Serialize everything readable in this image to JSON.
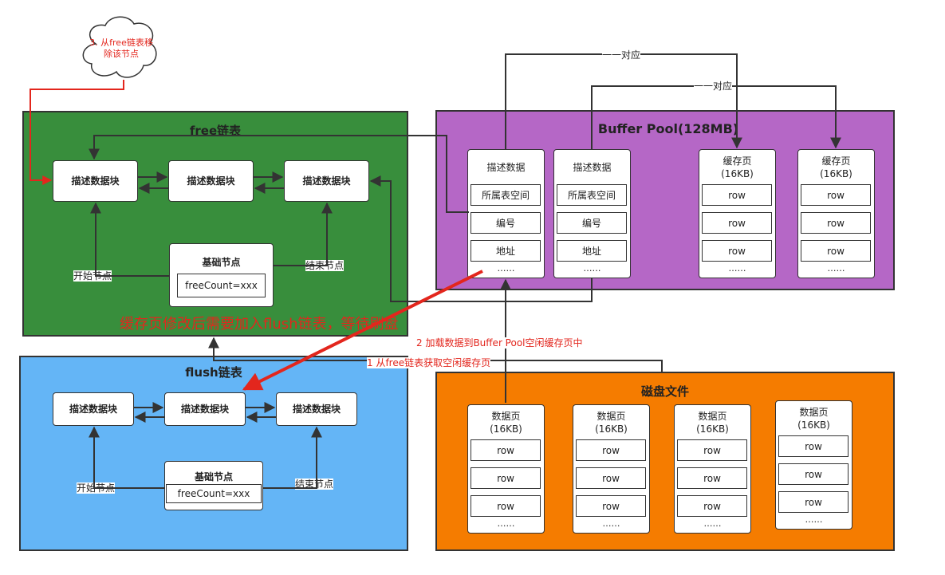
{
  "free_region": {
    "title": "free链表",
    "blocks": [
      "描述数据块",
      "描述数据块",
      "描述数据块"
    ],
    "base_node": {
      "title": "基础节点",
      "count": "freeCount=xxx"
    },
    "start_label": "开始节点",
    "end_label": "结束节点",
    "color": "#388e3c"
  },
  "flush_region": {
    "title": "flush链表",
    "blocks": [
      "描述数据块",
      "描述数据块",
      "描述数据块"
    ],
    "base_node": {
      "title": "基础节点",
      "count": "freeCount=xxx"
    },
    "start_label": "开始节点",
    "end_label": "结束节点",
    "color": "#64b5f6"
  },
  "buffer_pool": {
    "title": "Buffer Pool(128MB)",
    "color": "#b567c6",
    "descriptors": [
      {
        "title": "描述数据",
        "fields": [
          "所属表空间",
          "编号",
          "地址"
        ],
        "more": "……"
      },
      {
        "title": "描述数据",
        "fields": [
          "所属表空间",
          "编号",
          "地址"
        ],
        "more": "……"
      }
    ],
    "cache_pages": [
      {
        "title": "缓存页",
        "size": "(16KB)",
        "rows": [
          "row",
          "row",
          "row"
        ],
        "more": "……"
      },
      {
        "title": "缓存页",
        "size": "(16KB)",
        "rows": [
          "row",
          "row",
          "row"
        ],
        "more": "……"
      }
    ],
    "map_labels": [
      "一一对应",
      "一一对应"
    ]
  },
  "disk": {
    "title": "磁盘文件",
    "color": "#f57c00",
    "pages": [
      {
        "title": "数据页",
        "size": "(16KB)",
        "rows": [
          "row",
          "row",
          "row"
        ],
        "more": "……"
      },
      {
        "title": "数据页",
        "size": "(16KB)",
        "rows": [
          "row",
          "row",
          "row"
        ],
        "more": "……"
      },
      {
        "title": "数据页",
        "size": "(16KB)",
        "rows": [
          "row",
          "row",
          "row"
        ],
        "more": "……"
      },
      {
        "title": "数据页",
        "size": "(16KB)",
        "rows": [
          "row",
          "row",
          "row"
        ],
        "more": "……"
      }
    ]
  },
  "annotations": {
    "cloud": "3. 从free链表移除该节点",
    "step1": "1 从free链表获取空闲缓存页",
    "step2": "2 加载数据到Buffer Pool空闲缓存页中",
    "flush_note": "缓存页修改后需要加入flush链表，等待刷盘"
  },
  "colors": {
    "accent_red": "#e3261d",
    "line": "#333333"
  }
}
